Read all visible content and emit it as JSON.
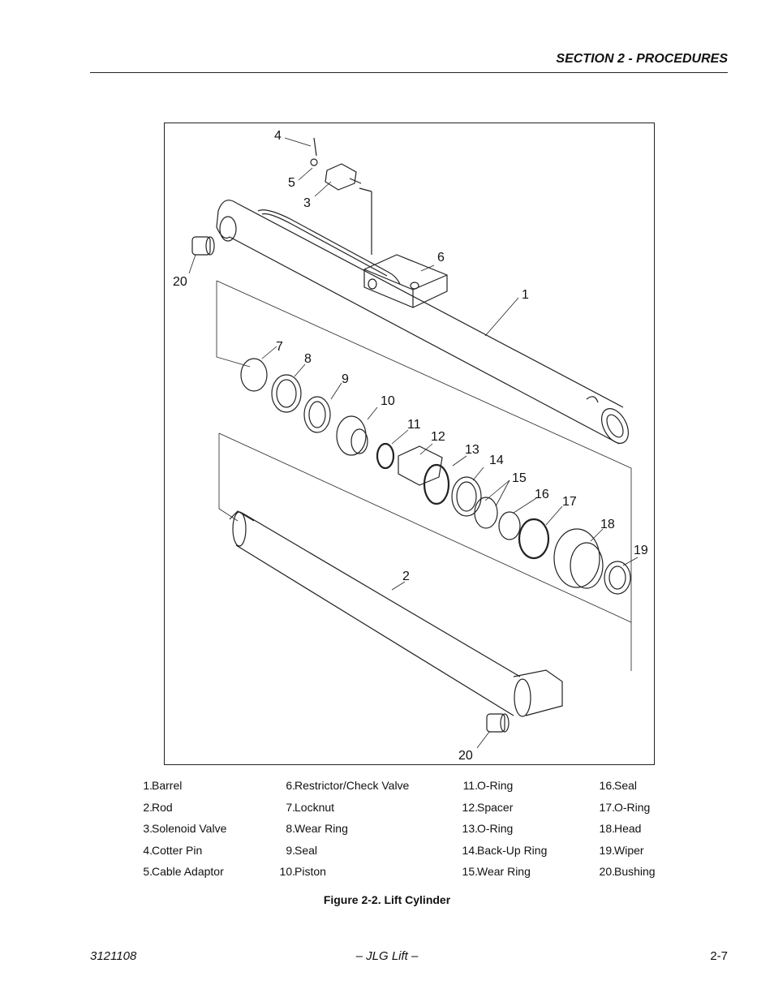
{
  "header": {
    "section_title": "SECTION 2 - PROCEDURES"
  },
  "figure": {
    "callouts": [
      "4",
      "5",
      "3",
      "6",
      "1",
      "20",
      "7",
      "8",
      "9",
      "10",
      "11",
      "12",
      "13",
      "14",
      "15",
      "16",
      "17",
      "18",
      "19",
      "2",
      "20"
    ],
    "caption": "Figure 2-2.  Lift Cylinder"
  },
  "legend": {
    "col1": [
      {
        "num": "1.",
        "name": "Barrel"
      },
      {
        "num": "2.",
        "name": "Rod"
      },
      {
        "num": "3.",
        "name": "Solenoid Valve"
      },
      {
        "num": "4.",
        "name": "Cotter Pin"
      },
      {
        "num": "5.",
        "name": "Cable Adaptor"
      }
    ],
    "col2": [
      {
        "num": "6.",
        "name": "Restrictor/Check Valve"
      },
      {
        "num": "7.",
        "name": "Locknut"
      },
      {
        "num": "8.",
        "name": "Wear Ring"
      },
      {
        "num": "9.",
        "name": "Seal"
      },
      {
        "num": "10.",
        "name": "Piston"
      }
    ],
    "col3": [
      {
        "num": "11.",
        "name": "O-Ring"
      },
      {
        "num": "12.",
        "name": "Spacer"
      },
      {
        "num": "13.",
        "name": "O-Ring"
      },
      {
        "num": "14.",
        "name": "Back-Up Ring"
      },
      {
        "num": "15.",
        "name": "Wear Ring"
      }
    ],
    "col4": [
      {
        "num": "16.",
        "name": "Seal"
      },
      {
        "num": "17.",
        "name": "O-Ring"
      },
      {
        "num": "18.",
        "name": "Head"
      },
      {
        "num": "19.",
        "name": "Wiper"
      },
      {
        "num": "20.",
        "name": "Bushing"
      }
    ]
  },
  "footer": {
    "doc_number": "3121108",
    "publisher": "– JLG Lift –",
    "page": "2-7"
  }
}
